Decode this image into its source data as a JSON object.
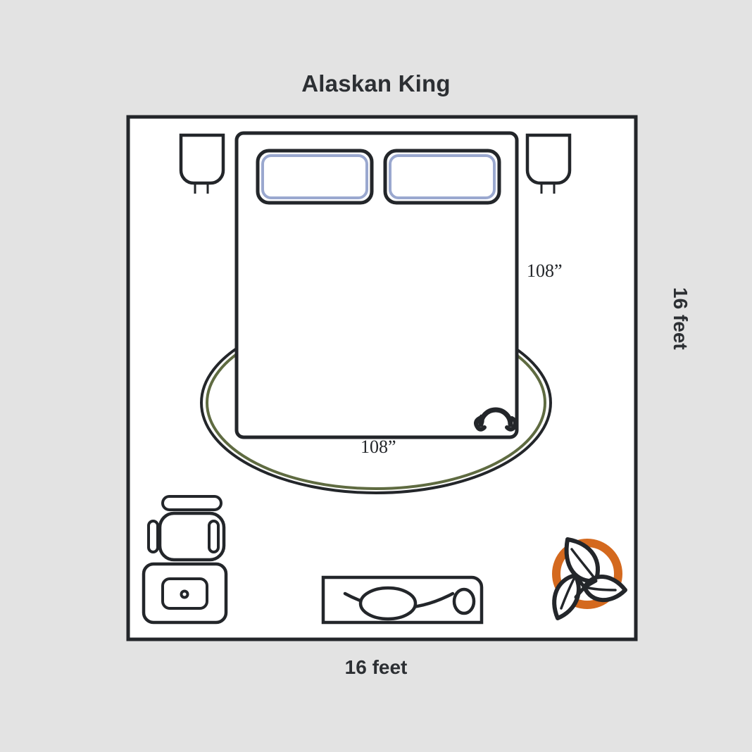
{
  "diagram": {
    "title": "Alaskan King",
    "background_color": "#e3e3e3",
    "room": {
      "wall_color": "#23262a",
      "fill_color": "#ffffff",
      "width_label": "16 feet",
      "height_label": "16 feet"
    },
    "bed": {
      "name": "Alaskan King bed",
      "width_label": "108”",
      "length_label": "108”",
      "outline_color": "#23262a",
      "pillow_count": 2,
      "pillow_outline_color": "#23262a",
      "pillow_inner_color": "#9aa8cf"
    },
    "rug": {
      "name": "oval area rug",
      "outer_color": "#23262a",
      "inner_color": "#5f6b41"
    },
    "furniture": [
      {
        "name": "nightstand-left",
        "label": "Nightstand"
      },
      {
        "name": "nightstand-right",
        "label": "Nightstand"
      },
      {
        "name": "armchair",
        "label": "Armchair"
      },
      {
        "name": "desk",
        "label": "Desk"
      },
      {
        "name": "dresser",
        "label": "Dresser"
      },
      {
        "name": "potted-plant",
        "label": "Potted plant"
      },
      {
        "name": "folded-blanket",
        "label": "Folded blanket"
      }
    ],
    "plant": {
      "pot_color": "#d4691e",
      "leaf_outline_color": "#23262a",
      "leaf_count": 3
    }
  }
}
